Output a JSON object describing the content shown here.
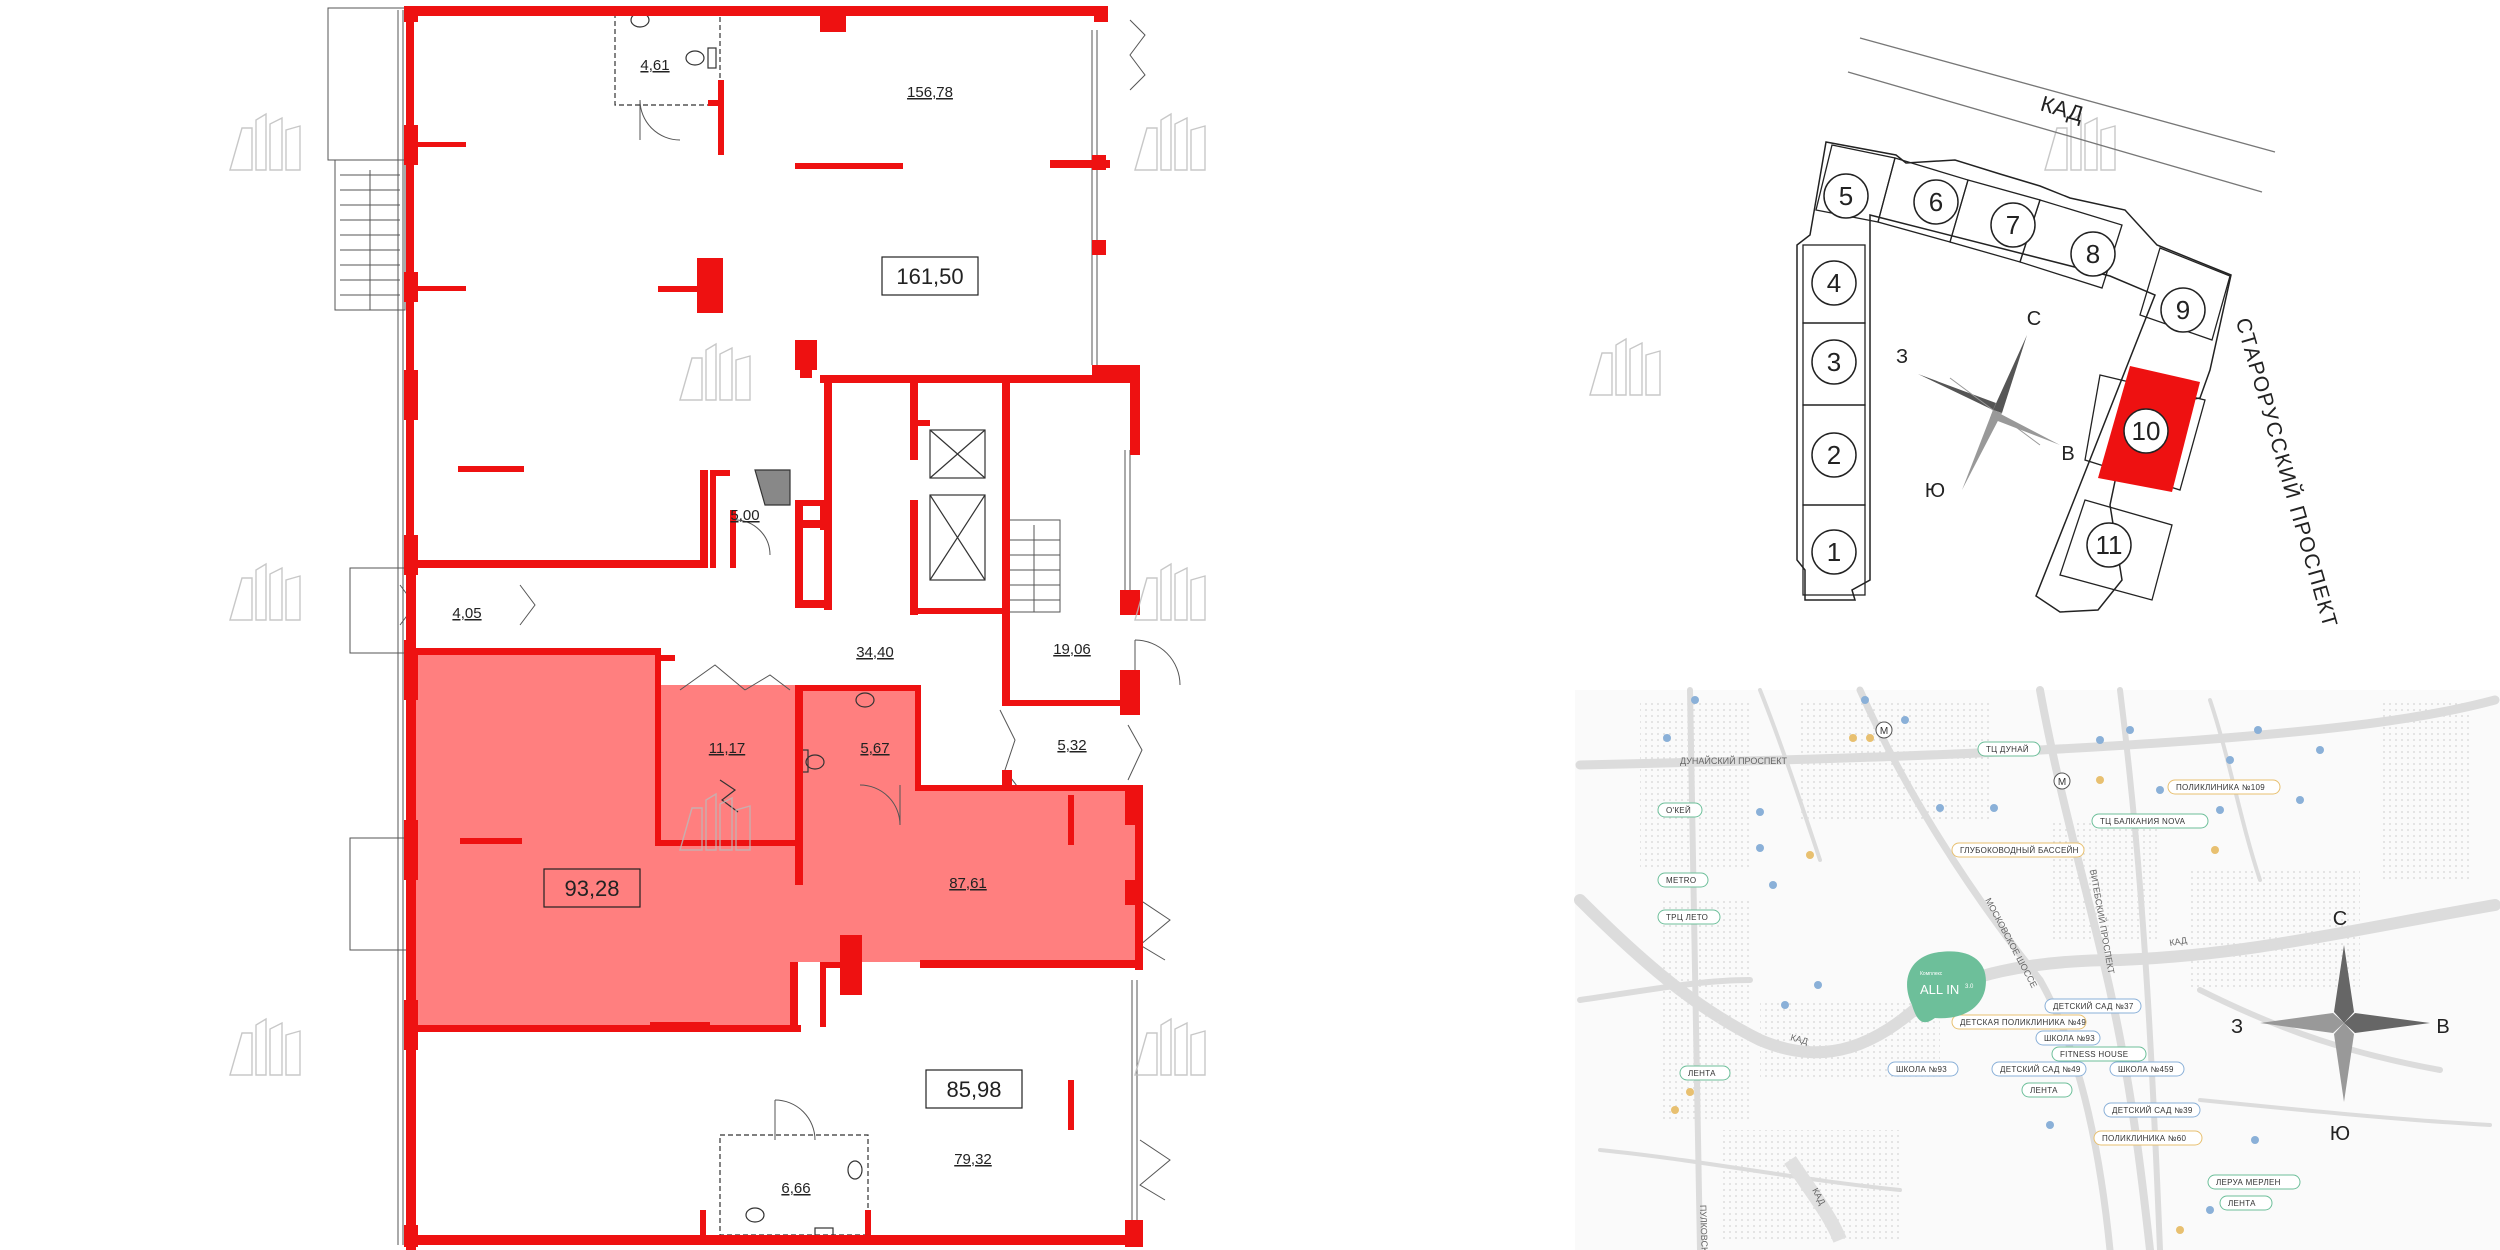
{
  "floor_plan": {
    "rooms": [
      {
        "id": "r1",
        "label": "4,61"
      },
      {
        "id": "r2",
        "label": "156,78"
      },
      {
        "id": "r3",
        "label": "5,00"
      },
      {
        "id": "r4",
        "label": "4,05"
      },
      {
        "id": "r5",
        "label": "34,40"
      },
      {
        "id": "r6",
        "label": "19,06"
      },
      {
        "id": "r7",
        "label": "11,17"
      },
      {
        "id": "r8",
        "label": "5,67"
      },
      {
        "id": "r9",
        "label": "5,32"
      },
      {
        "id": "r10",
        "label": "87,61"
      },
      {
        "id": "r11",
        "label": "79,32"
      },
      {
        "id": "r12",
        "label": "6,66"
      }
    ],
    "unit_totals": [
      {
        "id": "t1",
        "label": "161,50"
      },
      {
        "id": "t2",
        "label": "93,28"
      },
      {
        "id": "t3",
        "label": "85,98"
      }
    ],
    "highlight_color": "#ff7f7f",
    "wall_color": "#ee1111"
  },
  "site_plan": {
    "road_kad": "КАД",
    "road_avenue": "СТАРОРУССКИЙ ПРОСПЕКТ",
    "sections": [
      "1",
      "2",
      "3",
      "4",
      "5",
      "6",
      "7",
      "8",
      "9",
      "10",
      "11"
    ],
    "selected_section": "10",
    "compass": {
      "n": "С",
      "s": "Ю",
      "w": "З",
      "e": "В"
    },
    "selected_color": "#ee1111"
  },
  "location_map": {
    "complex_badge": "ALL IN",
    "badge_sup": "3.0",
    "badge_top": "Комплекс",
    "badge_color": "#6dbf9a",
    "compass": {
      "n": "С",
      "s": "Ю",
      "w": "З",
      "e": "В"
    },
    "pois": [
      {
        "id": "p1",
        "label": "ТЦ ДУНАЙ"
      },
      {
        "id": "p2",
        "label": "ПОЛИКЛИНИКА №109"
      },
      {
        "id": "p3",
        "label": "ТЦ БАЛКАНИЯ NOVA"
      },
      {
        "id": "p4",
        "label": "О'КЕЙ"
      },
      {
        "id": "p5",
        "label": "ГЛУБОКОВОДНЫЙ БАССЕЙН"
      },
      {
        "id": "p6",
        "label": "METRO"
      },
      {
        "id": "p7",
        "label": "ТРЦ ЛЕТО"
      },
      {
        "id": "p8",
        "label": "ДЕТСКИЙ САД №37"
      },
      {
        "id": "p9",
        "label": "ДЕТСКАЯ ПОЛИКЛИНИКА №49"
      },
      {
        "id": "p10",
        "label": "ШКОЛА №93"
      },
      {
        "id": "p11",
        "label": "FITNESS HOUSE"
      },
      {
        "id": "p12",
        "label": "ШКОЛА №93"
      },
      {
        "id": "p13",
        "label": "ДЕТСКИЙ САД №49"
      },
      {
        "id": "p14",
        "label": "ШКОЛА №459"
      },
      {
        "id": "p15",
        "label": "ЛЕНТА"
      },
      {
        "id": "p16",
        "label": "ЛЕНТА"
      },
      {
        "id": "p17",
        "label": "ДЕТСКИЙ САД №39"
      },
      {
        "id": "p18",
        "label": "ПОЛИКЛИНИКА №60"
      },
      {
        "id": "p19",
        "label": "ЛЕРУА МЕРЛЕН"
      },
      {
        "id": "p20",
        "label": "ЛЕНТА"
      }
    ],
    "roads": [
      {
        "id": "rd1",
        "label": "КАД"
      },
      {
        "id": "rd2",
        "label": "КАД"
      },
      {
        "id": "rd3",
        "label": "КАД"
      },
      {
        "id": "rd4",
        "label": "ДУНАЙСКИЙ ПРОСПЕКТ"
      },
      {
        "id": "rd5",
        "label": "МОСКОВСКОЕ ШОССЕ"
      },
      {
        "id": "rd6",
        "label": "ПУЛКОВСКОЕ ШОССЕ"
      },
      {
        "id": "rd7",
        "label": "ВИТЕБСКИЙ ПРОСПЕКТ"
      }
    ]
  }
}
